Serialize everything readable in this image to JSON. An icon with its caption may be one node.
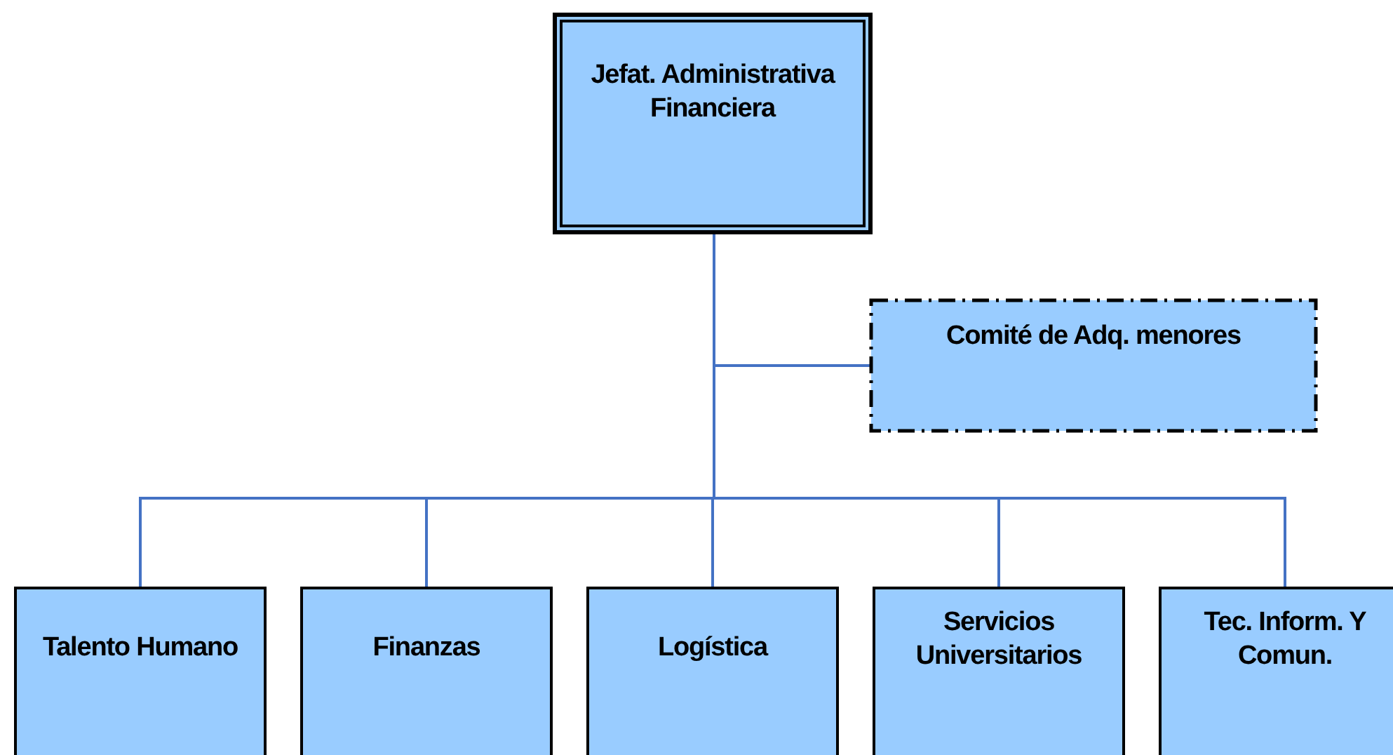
{
  "diagram": {
    "nodes": [
      {
        "text": [
          "Jefat. Administrativa Financiera"
        ]
      },
      {
        "text": [
          "Comité de Adq. menores"
        ]
      },
      {
        "text": [
          "Talento Humano"
        ]
      },
      {
        "text": [
          "Finanzas"
        ]
      },
      {
        "text": [
          "Logística"
        ]
      },
      {
        "text": [
          "Servicios Universitarios"
        ]
      },
      {
        "text": [
          "Tec. Inform. Y Comun."
        ]
      }
    ],
    "edges": [
      {
        "from": 0,
        "to": 1,
        "arrow": "none"
      },
      {
        "from": 0,
        "to": 2,
        "arrow": "none"
      },
      {
        "from": 0,
        "to": 3,
        "arrow": "none"
      },
      {
        "from": 0,
        "to": 4,
        "arrow": "none"
      },
      {
        "from": 0,
        "to": 5,
        "arrow": "none"
      },
      {
        "from": 0,
        "to": 6,
        "arrow": "none"
      }
    ]
  }
}
